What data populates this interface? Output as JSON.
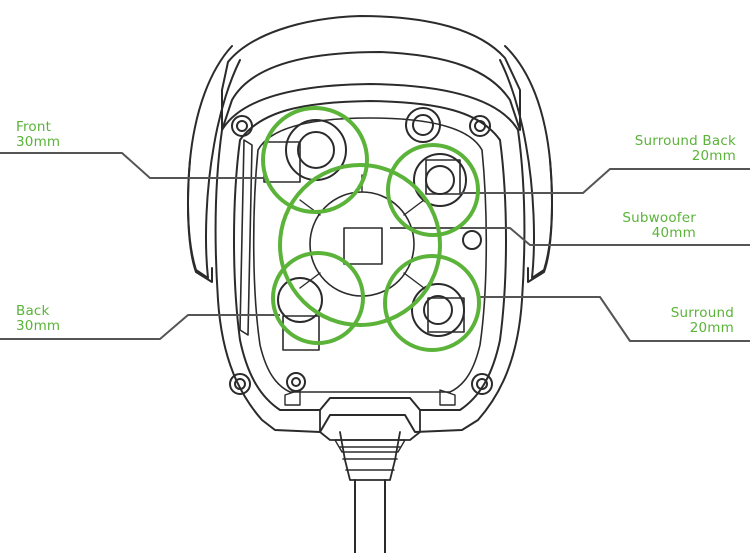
{
  "colors": {
    "accent": "#5bb33a",
    "line": "#2b2b2b",
    "leader": "#555555"
  },
  "labels": {
    "front": {
      "name": "Front",
      "size": "30mm"
    },
    "back": {
      "name": "Back",
      "size": "30mm"
    },
    "surround_back": {
      "name": "Surround Back",
      "size": "20mm"
    },
    "subwoofer": {
      "name": "Subwoofer",
      "size": "40mm"
    },
    "surround": {
      "name": "Surround",
      "size": "20mm"
    }
  }
}
